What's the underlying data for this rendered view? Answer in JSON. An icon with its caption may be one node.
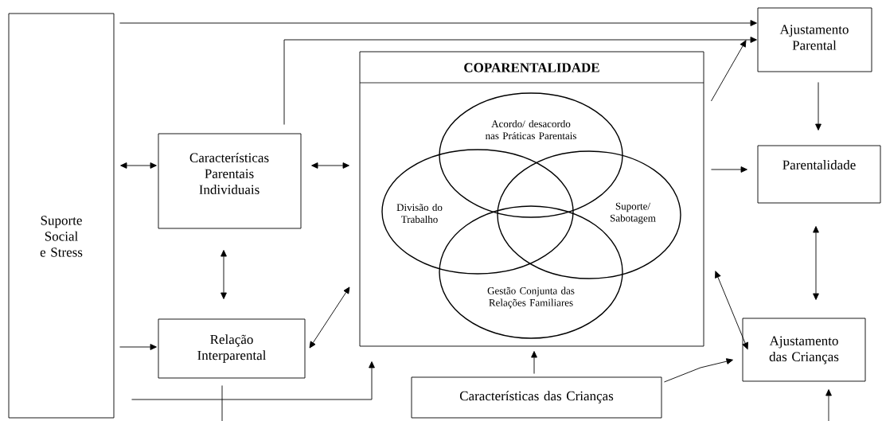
{
  "diagram": {
    "nodes": [
      {
        "text": [
          "Suporte Social e Stress"
        ]
      },
      {
        "text": [
          "Características Parentais Individuais"
        ]
      },
      {
        "text": [
          "Relação Interparental"
        ]
      },
      {
        "text": [
          "COPARENTALIDADE"
        ]
      },
      {
        "text": [
          "Acordo/ desacordo nas Práticas Parentais"
        ],
        "in": 3
      },
      {
        "text": [
          "Divisão do Trabalho"
        ],
        "in": 3
      },
      {
        "text": [
          "Suporte/ Sabotagem"
        ],
        "in": 3
      },
      {
        "text": [
          "Gestão Conjunta das Relações Familiares"
        ],
        "in": 3
      },
      {
        "text": [
          "Características das Crianças"
        ]
      },
      {
        "text": [
          "Ajustamento Parental"
        ]
      },
      {
        "text": [
          "Parentalidade"
        ]
      },
      {
        "text": [
          "Ajustamento das Crianças"
        ]
      }
    ],
    "edges": [
      {
        "from": 0,
        "to": 9,
        "arrow": "to"
      },
      {
        "from": 1,
        "to": 9,
        "arrow": "to"
      },
      {
        "from": 0,
        "to": 1,
        "arrow": "both"
      },
      {
        "from": 1,
        "to": 3,
        "arrow": "both"
      },
      {
        "from": 1,
        "to": 2,
        "arrow": "both"
      },
      {
        "from": 0,
        "to": 2,
        "arrow": "to"
      },
      {
        "from": 2,
        "to": 3,
        "arrow": "both"
      },
      {
        "from": 0,
        "to": 3,
        "arrow": "to"
      },
      {
        "from": 2,
        "to": null,
        "arrow": "none"
      },
      {
        "from": 8,
        "to": 3,
        "arrow": "to"
      },
      {
        "from": 3,
        "to": 9,
        "arrow": "to"
      },
      {
        "from": 3,
        "to": 10,
        "arrow": "to"
      },
      {
        "from": 9,
        "to": 10,
        "arrow": "to"
      },
      {
        "from": 3,
        "to": 11,
        "arrow": "both"
      },
      {
        "from": 10,
        "to": 11,
        "arrow": "both"
      },
      {
        "from": 8,
        "to": 11,
        "arrow": "to"
      },
      {
        "from": null,
        "to": 11,
        "arrow": "to"
      }
    ]
  }
}
